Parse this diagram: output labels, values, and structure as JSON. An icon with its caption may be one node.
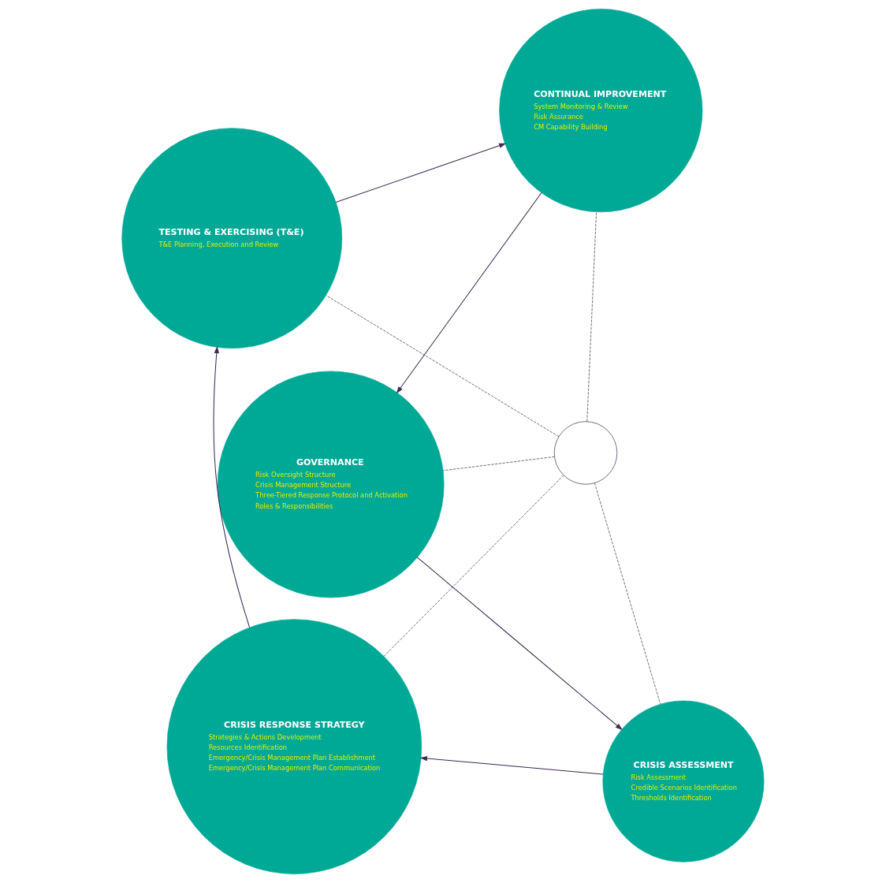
{
  "diagram": {
    "nodes": [
      {
        "text": [
          "GOVERNANCE",
          "Risk Oversight Structure",
          "Crisis Management Structure",
          "Three-Tiered Response Protocol and Activation",
          "Roles & Responsibilities"
        ]
      },
      {
        "text": [
          "CRISIS ASSESSMENT",
          "Risk Assessment",
          "Credible Scenarios Identification",
          "Thresholds Identification"
        ]
      },
      {
        "text": [
          "CRISIS RESPONSE STRATEGY",
          "Strategies & Actions Development",
          "Resources Identification",
          "Emergency/Crisis Management Plan Establishment",
          "Emergency/Crisis Management Plan Communication"
        ]
      },
      {
        "text": [
          "TESTING & EXERCISING (T&E)",
          "T&E Planning, Execution and Review"
        ]
      },
      {
        "text": [
          "CONTINUAL IMPROVEMENT",
          "System Monitoring & Review",
          "Risk Assurance",
          "CM Capability Building"
        ]
      },
      {
        "text": [],
        "shape": "circle"
      }
    ],
    "edges": [
      {
        "from": 0,
        "to": 1,
        "arrow": "to"
      },
      {
        "from": 1,
        "to": 2,
        "arrow": "to"
      },
      {
        "from": 2,
        "to": 3,
        "arrow": "to"
      },
      {
        "from": 3,
        "to": 4,
        "arrow": "to"
      },
      {
        "from": 4,
        "to": 0,
        "arrow": "to"
      },
      {
        "from": 5,
        "to": 0,
        "arrow": "none",
        "style": "dashed"
      },
      {
        "from": 5,
        "to": 1,
        "arrow": "none",
        "style": "dashed"
      },
      {
        "from": 5,
        "to": 2,
        "arrow": "none",
        "style": "dashed"
      },
      {
        "from": 5,
        "to": 3,
        "arrow": "none",
        "style": "dashed"
      },
      {
        "from": 5,
        "to": 4,
        "arrow": "none",
        "style": "dashed"
      }
    ]
  }
}
